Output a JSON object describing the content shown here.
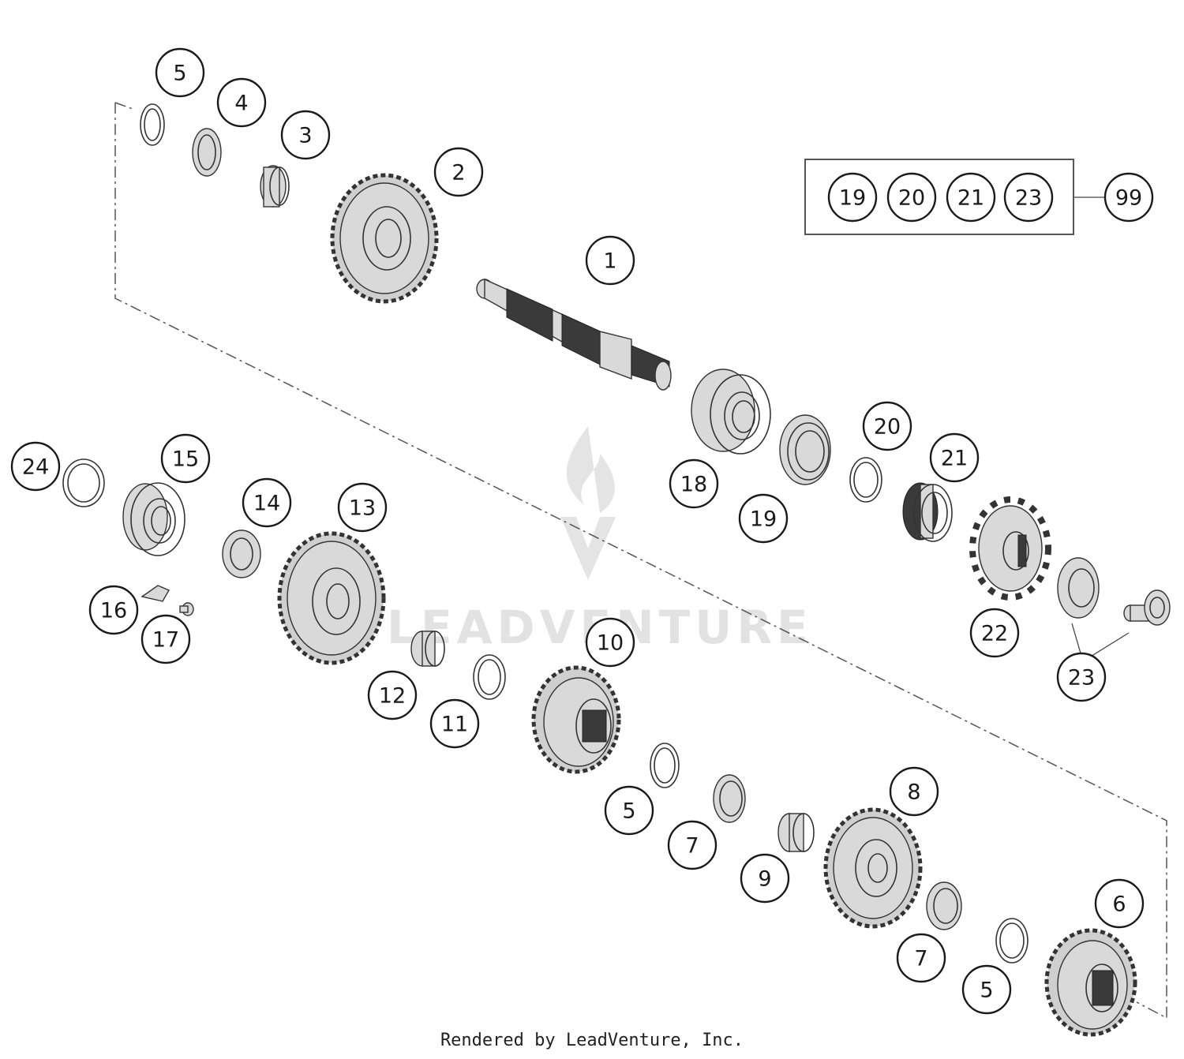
{
  "callouts": [
    {
      "label": "1"
    },
    {
      "label": "2"
    },
    {
      "label": "3"
    },
    {
      "label": "4"
    },
    {
      "label": "5"
    },
    {
      "label": "24"
    },
    {
      "label": "15"
    },
    {
      "label": "14"
    },
    {
      "label": "13"
    },
    {
      "label": "16"
    },
    {
      "label": "17"
    },
    {
      "label": "12"
    },
    {
      "label": "11"
    },
    {
      "label": "10"
    },
    {
      "label": "5"
    },
    {
      "label": "7"
    },
    {
      "label": "9"
    },
    {
      "label": "8"
    },
    {
      "label": "7"
    },
    {
      "label": "5"
    },
    {
      "label": "6"
    },
    {
      "label": "18"
    },
    {
      "label": "19"
    },
    {
      "label": "20"
    },
    {
      "label": "21"
    },
    {
      "label": "22"
    },
    {
      "label": "23"
    }
  ],
  "kit": {
    "items": [
      {
        "label": "19"
      },
      {
        "label": "20"
      },
      {
        "label": "21"
      },
      {
        "label": "23"
      }
    ],
    "kit_label": "99"
  },
  "watermark": "LEADVENTURE",
  "footer": "Rendered by LeadVenture, Inc."
}
